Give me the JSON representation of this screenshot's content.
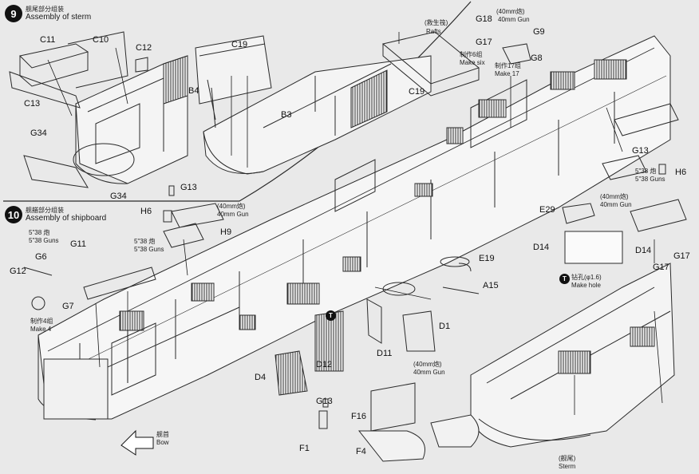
{
  "steps": [
    {
      "number": "9",
      "zh": "舰尾部分组装",
      "en": "Assembly of sterm"
    },
    {
      "number": "10",
      "zh": "舰艏部分组装",
      "en": "Assembly of shipboard"
    }
  ],
  "parts": {
    "C11": "C11",
    "C10": "C10",
    "C12": "C12",
    "C13": "C13",
    "C19a": "C19",
    "C19b": "C19",
    "B4": "B4",
    "B3": "B3",
    "G34a": "G34",
    "G34b": "G34",
    "G18": "G18",
    "G17a": "G17",
    "G9": "G9",
    "G8": "G8",
    "G13a": "G13",
    "H6a": "H6",
    "H9": "H9",
    "G11": "G11",
    "G6": "G6",
    "G12": "G12",
    "G7": "G7",
    "E19": "E19",
    "A15": "A15",
    "D1": "D1",
    "D11": "D11",
    "D12": "D12",
    "D4": "D4",
    "G13b": "G13",
    "F1": "F1",
    "F16": "F16",
    "F4": "F4",
    "G13c": "G13",
    "H6b": "H6",
    "E29": "E29",
    "D14a": "D14",
    "D14b": "D14",
    "G17b": "G17",
    "G17c": "G17"
  },
  "notes": {
    "rafts_zh": "(救生筏)",
    "rafts_en": "Rafts",
    "make6_zh": "制作6组",
    "make6_en": "Make six",
    "gun40_zh": "(40mm炮)",
    "gun40_en": "40mm Gun",
    "make17_zh": "制作17组",
    "make17_en": "Make 17",
    "gun538_zh": "5\"38 炮",
    "gun538_en": "5\"38 Guns",
    "make4_zh": "制作4组",
    "make4_en": "Make 4",
    "hole_zh": "钻孔(φ1.6)",
    "hole_en": "Make hole",
    "bow_zh": "舰首",
    "bow_en": "Bow",
    "sterm_zh": "(舰尾)",
    "sterm_en": "Sterm"
  },
  "badge": "T"
}
